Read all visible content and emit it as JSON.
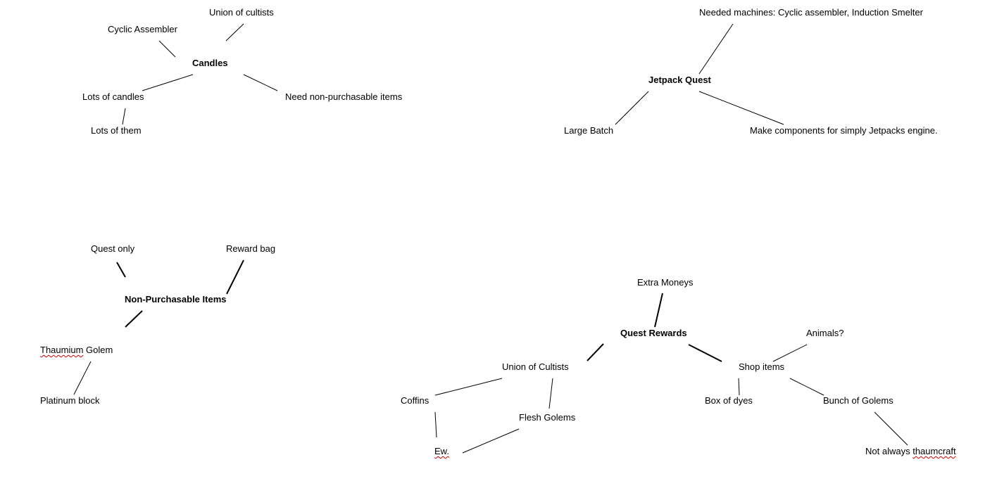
{
  "diagram": {
    "candles": {
      "title": "Candles",
      "cyclic_assembler": "Cyclic Assembler",
      "union_of_cultists": "Union of cultists",
      "lots_of_candles": "Lots of candles",
      "lots_of_them": "Lots of them",
      "need_non_purchasable": "Need non-purchasable items"
    },
    "jetpack": {
      "title": "Jetpack Quest",
      "needed_machines": "Needed machines:  Cyclic assembler, Induction Smelter",
      "large_batch": "Large Batch",
      "make_components": "Make components for simply Jetpacks engine."
    },
    "non_purchasable": {
      "title": "Non-Purchasable Items",
      "quest_only": "Quest only",
      "reward_bag": "Reward bag",
      "thaumium_golem_word": "Thaumium",
      "thaumium_golem_rest": " Golem",
      "platinum_block": "Platinum block"
    },
    "quest_rewards": {
      "title": "Quest Rewards",
      "extra_moneys": "Extra Moneys",
      "union_of_cultists": "Union of Cultists",
      "coffins": "Coffins",
      "flesh_golems": "Flesh Golems",
      "ew": "Ew.",
      "shop_items": "Shop items",
      "animals": "Animals?",
      "box_of_dyes": "Box of dyes",
      "bunch_of_golems": "Bunch of Golems",
      "not_always_prefix": "Not always ",
      "not_always_word": "thaumcraft"
    }
  },
  "colors": {
    "text": "#000000",
    "line": "#000000",
    "spellcheck_underline": "#d00000",
    "background": "#ffffff"
  }
}
